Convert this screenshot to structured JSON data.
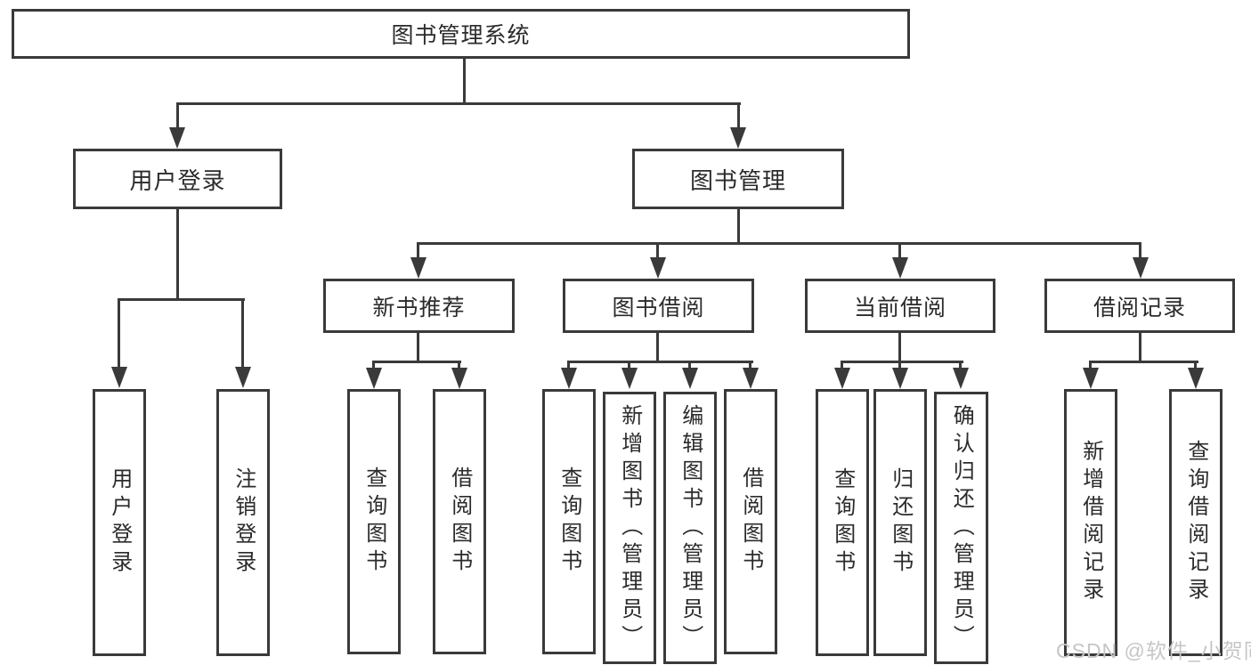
{
  "nodes": {
    "root": {
      "label": "图书管理系统"
    },
    "level2": [
      {
        "label": "用户登录"
      },
      {
        "label": "图书管理"
      }
    ],
    "level3": [
      {
        "label": "新书推荐"
      },
      {
        "label": "图书借阅"
      },
      {
        "label": "当前借阅"
      },
      {
        "label": "借阅记录"
      }
    ],
    "leaves": {
      "user_login": [
        "用户登录",
        "注销登录"
      ],
      "new_book_recommendation": [
        "查询图书",
        "借阅图书"
      ],
      "book_borrowing": [
        "查询图书",
        "新增图书（管理员）",
        "编辑图书（管理员）",
        "借阅图书"
      ],
      "current_borrowing": [
        "查询图书",
        "归还图书",
        "确认归还（管理员）"
      ],
      "borrowing_records": [
        "新增借阅记录",
        "查询借阅记录"
      ]
    }
  },
  "watermark": "CSDN @软件_小贺同学",
  "colors": {
    "line": "#3a3a3a",
    "text": "#2b2b2b",
    "watermark": "#c6c6c9",
    "background": "#ffffff"
  }
}
